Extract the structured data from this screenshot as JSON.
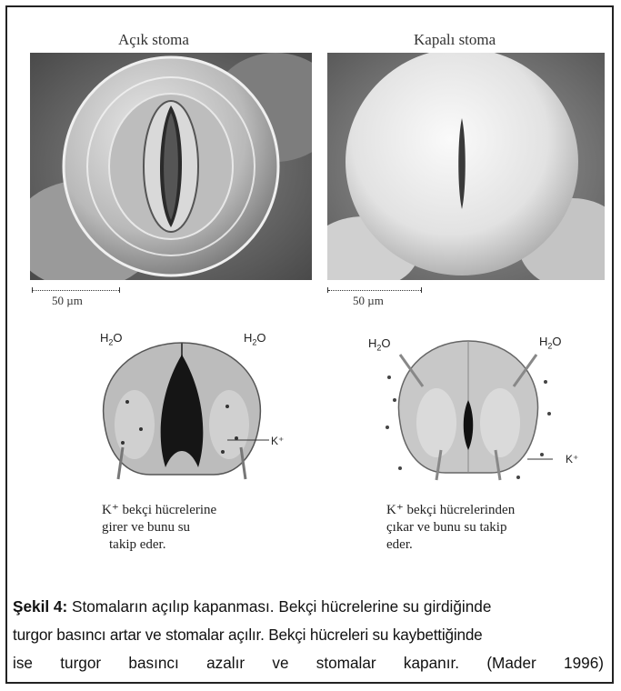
{
  "panels": {
    "open": {
      "title": "Açık stoma",
      "scale": "50 µm",
      "h2o_left": "H2O",
      "h2o_right": "H2O",
      "k_label": "K⁺",
      "description": [
        "K⁺ bekçi hücrelerine",
        "girer ve bunu su",
        "takip eder."
      ]
    },
    "closed": {
      "title": "Kapalı stoma",
      "scale": "50 µm",
      "h2o_left": "H2O",
      "h2o_right": "H2O",
      "k_label": "K⁺",
      "description": [
        "K⁺ bekçi hücrelerinden",
        "çıkar ve bunu su takip",
        "eder."
      ]
    }
  },
  "caption": {
    "label": "Şekil 4:",
    "line1": "Stomaların açılıp kapanması. Bekçi hücrelerine su girdiğinde",
    "line2": "turgor basıncı artar ve stomalar açılır. Bekçi hücreleri su kaybettiğinde",
    "line3_words": [
      "ise",
      "turgor",
      "basıncı",
      "azalır",
      "ve",
      "stomalar",
      "kapanır.",
      "(Mader",
      "1996)"
    ]
  }
}
